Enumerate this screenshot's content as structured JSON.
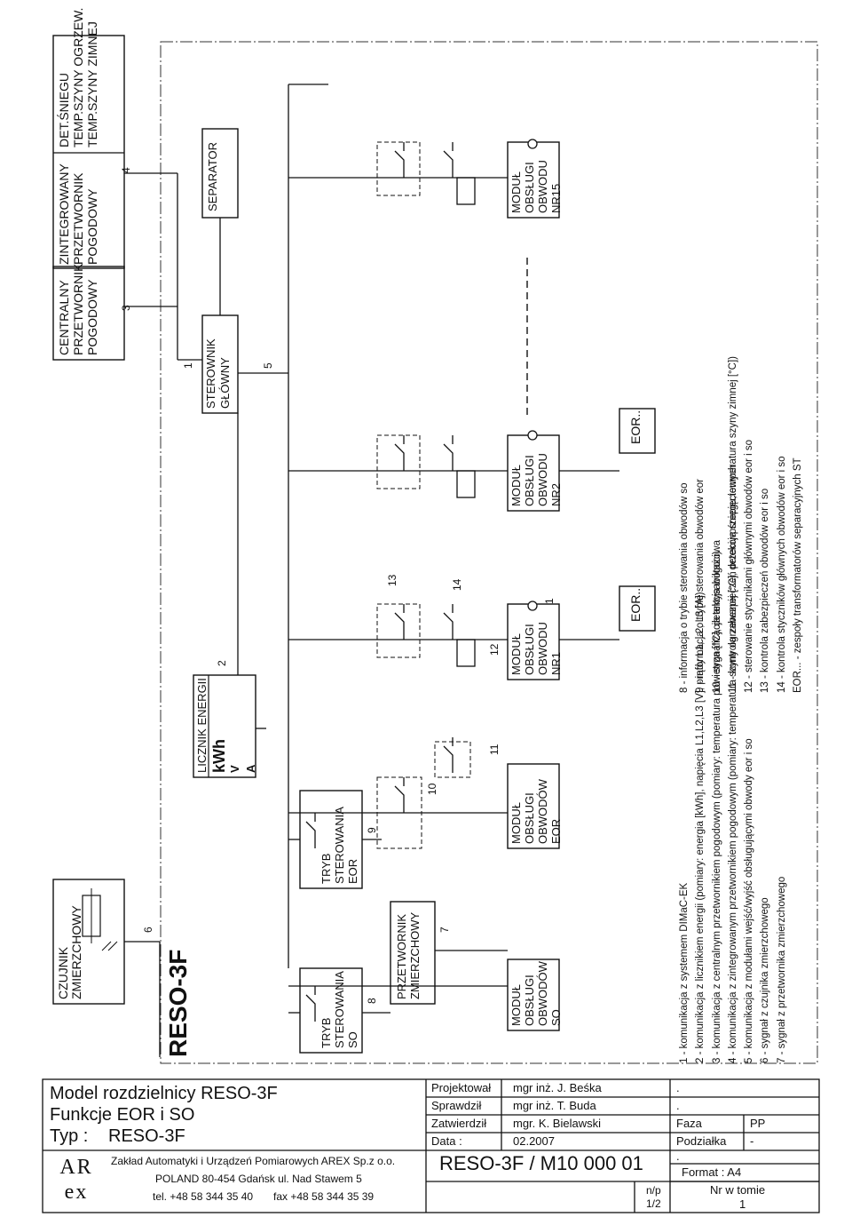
{
  "schematic": {
    "system_name": "RESO-3F",
    "sensor_label": [
      "CZUJNIK",
      "ZMIERZCHOWY"
    ],
    "central_converter": [
      "CENTRALNY",
      "PRZETWORNIK",
      "POGODOWY"
    ],
    "integrated_converter": [
      "ZINTEGROWANY",
      "PRZETWORNIK",
      "POGODOWY"
    ],
    "integrated_outputs": [
      "DET.ŚNIEGU",
      "TEMP.SZYNY OGRZEW.",
      "TEMP.SZYNY ZIMNEJ"
    ],
    "energy_meter": {
      "title": "LICZNIK ENERGII",
      "unit_main": "kWh",
      "unit_v": "V",
      "unit_a": "A"
    },
    "main_controller": [
      "STEROWNIK",
      "GŁÓWNY"
    ],
    "separator": "SEPARATOR",
    "mode_so": [
      "TRYB",
      "STEROWANIA",
      "SO"
    ],
    "mode_eor": [
      "TRYB",
      "STEROWANIA",
      "EOR"
    ],
    "twilight_converter": [
      "PRZETWORNIK",
      "ZMIERZCHOWY"
    ],
    "module_so": [
      "MODUŁ",
      "OBSŁUGI",
      "OBWODÓW",
      "SO"
    ],
    "module_eor": [
      "MODUŁ",
      "OBSŁUGI",
      "OBWODÓW",
      "EOR"
    ],
    "module_nr1": [
      "MODUŁ",
      "OBSŁUGI",
      "OBWODU",
      "NR1"
    ],
    "module_nr2": [
      "MODUŁ",
      "OBSŁUGI",
      "OBWODU",
      "NR2"
    ],
    "module_nr15": [
      "MODUŁ",
      "OBSŁUGI",
      "OBWODU",
      "NR15"
    ],
    "eor_label": "EOR..",
    "nums": {
      "n1": "1",
      "n2": "2",
      "n3": "3",
      "n4": "4",
      "n5": "5",
      "n6": "6",
      "n7": "7",
      "n8": "8",
      "n9": "9",
      "n10": "10",
      "n11": "11",
      "n12": "12",
      "n13": "13",
      "n14": "14"
    }
  },
  "legend": [
    "1 - komunikacja z systemem DIMaC-EK",
    "2 - komunikacja z licznikiem energii (pomiary: energia [kWh], napięcia L1,L2,L3 [V], prądy L1, L2, L3 [A])",
    "3 - komunikacja z centralnym przetwornikiem pogodowym (pomiary: temperatura powietrza [°C], detekcja wilgoci)",
    "4 - komunikacja z zintegrowanym przetwornikiem pogodowym (pomiary: temperatura szyny ogrzewanej [°C], detekcja śniegu,temperatura szyny zimnej [°C])",
    "5 - komunikacja z modułami wejść/wyjść obsługującymi obwody eor i so",
    "6 - sygnał z czujnika zmierzchowego",
    "7 - sygnał z przetwornika zmierzchowego",
    "8 - informacja o trybie sterowania obwodów so",
    "9 - informacja o trybie sterowania obwodów eor",
    "10 - sygnalizacja antysabotażowa",
    "11 - kontrola zabezpieczeń przeciwprzepięciowych",
    "12 - sterowanie stycznikami głównymi obwodów eor i so",
    "13 - kontrola zabezpieczeń obwodów eor i so",
    "14 - kontrola styczników głównych obwodów eor i so",
    "EOR... - zespoły transformatorów separacyjnych ST"
  ],
  "title_block": {
    "title_line1": "Model rozdzielnicy RESO-3F",
    "title_line2": "Funkcje EOR i SO",
    "type_label": "Typ :",
    "type_value": "RESO-3F",
    "logo_text": "AREX",
    "company": "Zakład Automatyki i Urządzeń Pomiarowych AREX Sp.z o.o.",
    "address": "POLAND 80-454 Gdańsk ul. Nad Stawem 5",
    "phone": "tel. +48 58 344 35 40",
    "fax": "fax +48 58 344 35 39",
    "designed_label": "Projektował",
    "designed_value": "mgr inż. J. Beśka",
    "checked_label": "Sprawdził",
    "checked_value": "mgr inż. T. Buda",
    "approved_label": "Zatwierdził",
    "approved_value": "mgr. K. Bielawski",
    "date_label": "Data :",
    "date_value": "02.2007",
    "drawing_number": "RESO-3F / M10 000 01",
    "np_label": "n/p",
    "np_value": "1/2",
    "dot1": ".",
    "dot2": ".",
    "dot3": ".",
    "phase_label": "Faza",
    "phase_value": "PP",
    "scale_label": "Podziałka",
    "scale_value": "-",
    "format_label": "Format : A4",
    "sheet_label": "Nr w tomie",
    "sheet_value": "1"
  }
}
